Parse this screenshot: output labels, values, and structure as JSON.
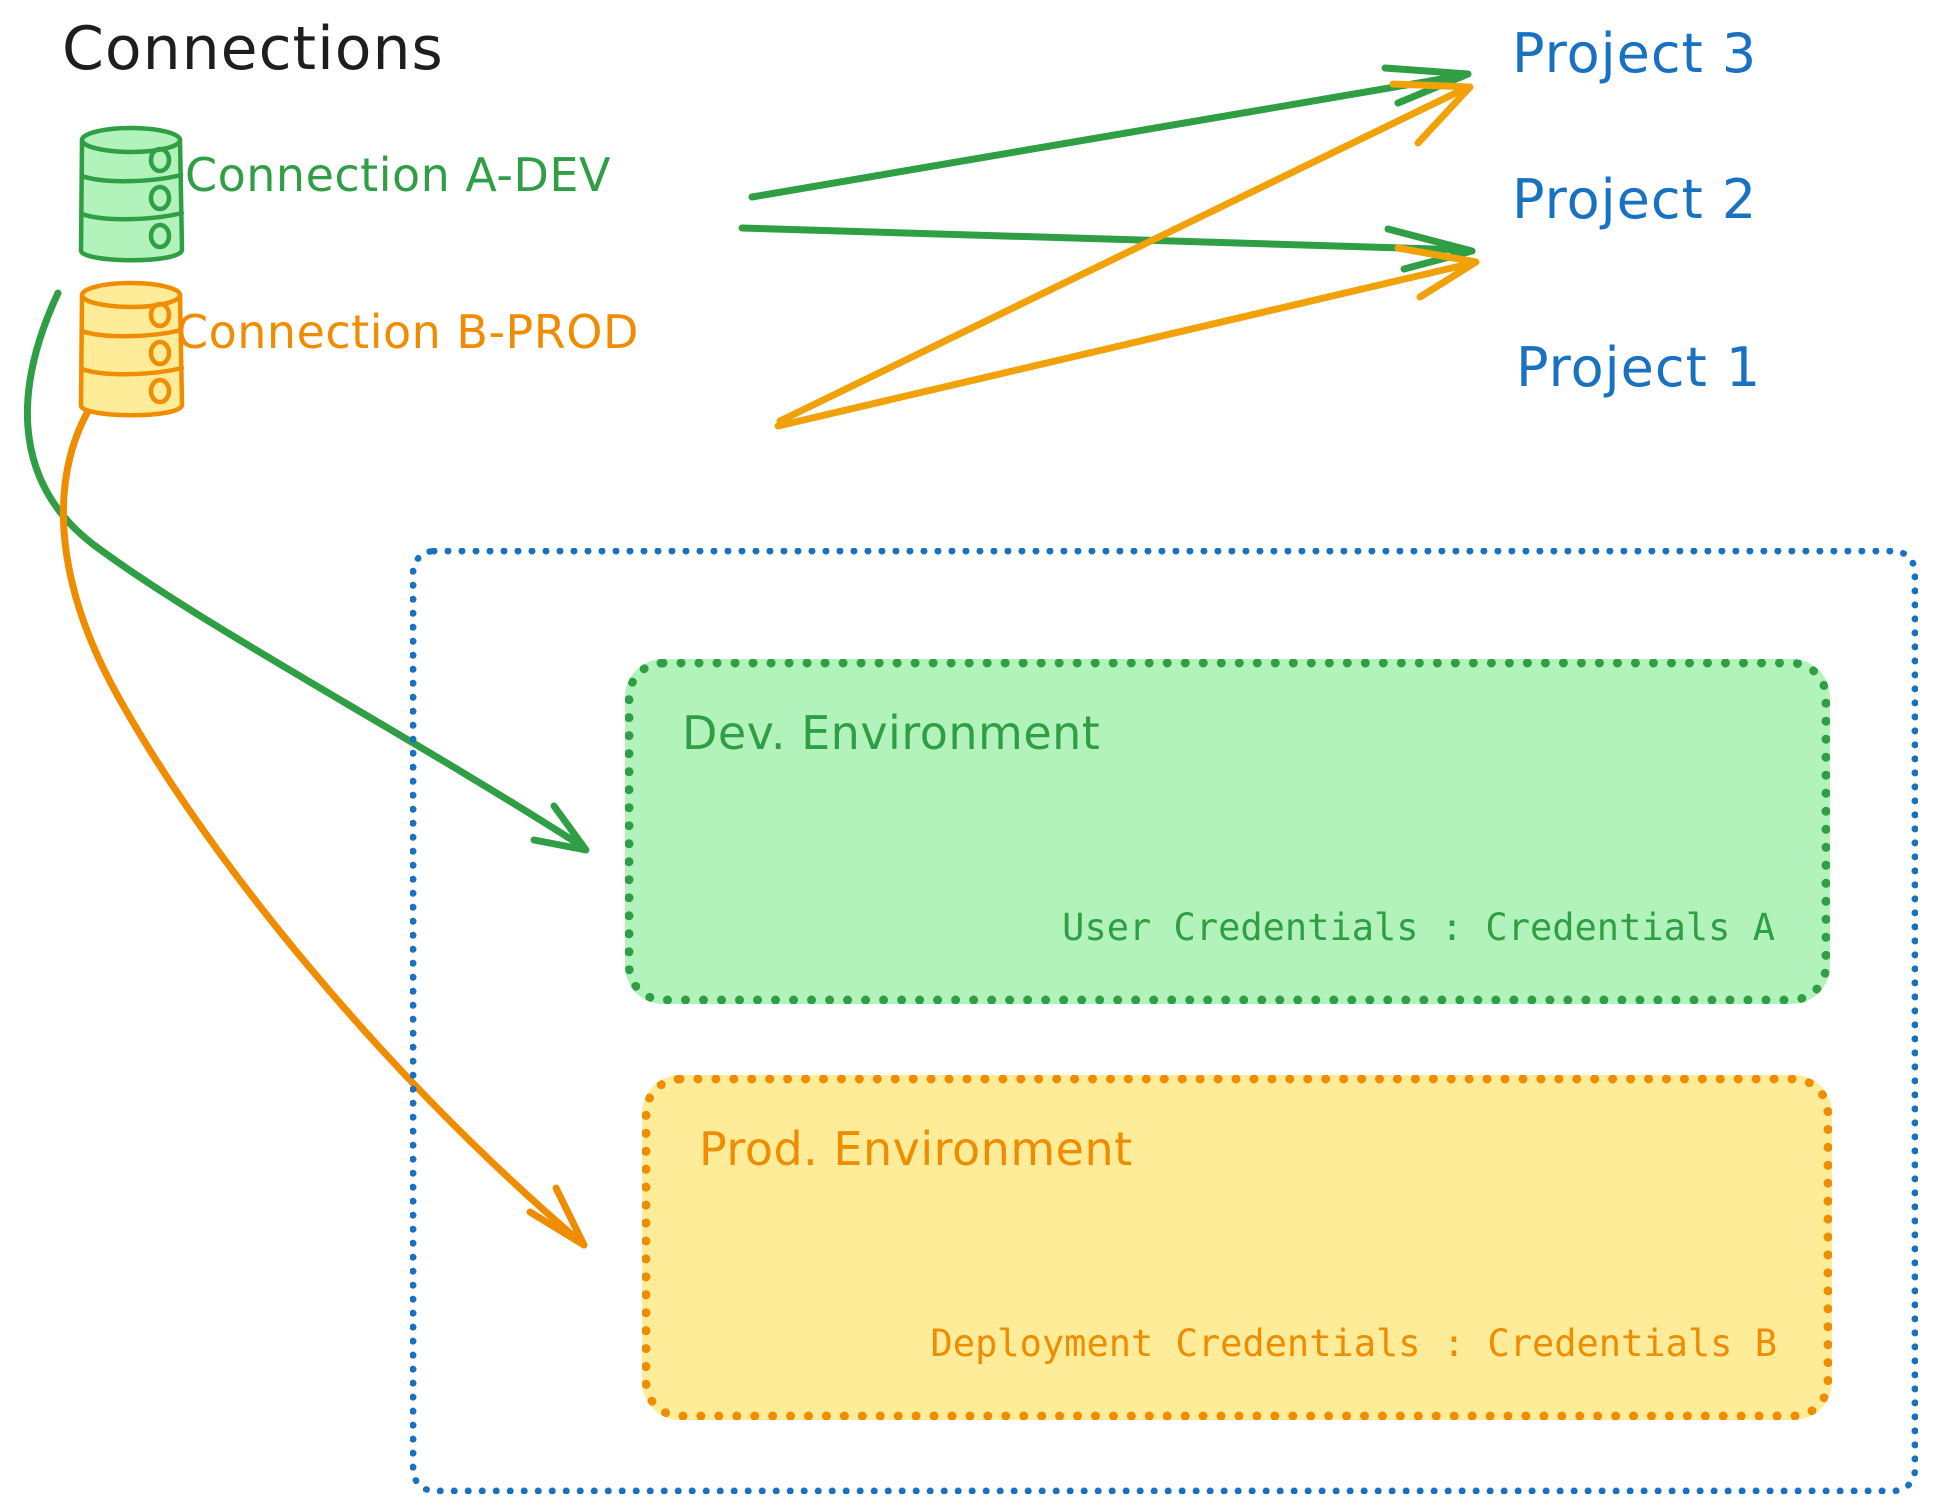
{
  "diagram": {
    "title": "Connections",
    "title_color": "#1e1e1e",
    "background": "#ffffff"
  },
  "connections": [
    {
      "id": "connection-a-dev",
      "label": "Connection A-DEV",
      "color": "#2f9e44",
      "icon": "database-icon",
      "targets": [
        "Project 3",
        "Project 2",
        "Dev. Environment"
      ]
    },
    {
      "id": "connection-b-prod",
      "label": "Connection B-PROD",
      "color": "#f08c00",
      "icon": "database-icon",
      "targets": [
        "Project 3",
        "Project 2",
        "Prod. Environment"
      ]
    }
  ],
  "projects": [
    {
      "id": "project-3",
      "label": "Project 3",
      "color": "#1971c2"
    },
    {
      "id": "project-2",
      "label": "Project 2",
      "color": "#1971c2"
    },
    {
      "id": "project-1",
      "label": "Project 1",
      "color": "#1971c2"
    }
  ],
  "project1": {
    "label": "Project 1",
    "border_color": "#1971c2",
    "environments": [
      {
        "id": "dev-environment",
        "title": "Dev. Environment",
        "credentials_label": "User Credentials",
        "credentials_value": "Credentials A",
        "credentials_text": "User Credentials : Credentials A",
        "fill": "#b2f2bb",
        "border_color": "#2f9e44",
        "text_color": "#2f9e44"
      },
      {
        "id": "prod-environment",
        "title": "Prod. Environment",
        "credentials_label": "Deployment Credentials",
        "credentials_value": "Credentials B",
        "credentials_text": "Deployment Credentials : Credentials B",
        "fill": "#ffec99",
        "border_color": "#f08c00",
        "text_color": "#f08c00"
      }
    ]
  },
  "arrows": [
    {
      "id": "arrow-a-to-project3",
      "from": "connection-a-dev",
      "to": "project-3",
      "color": "#2f9e44"
    },
    {
      "id": "arrow-a-to-project2",
      "from": "connection-a-dev",
      "to": "project-2",
      "color": "#2f9e44"
    },
    {
      "id": "arrow-b-to-project3",
      "from": "connection-b-prod",
      "to": "project-3",
      "color": "#f1a208"
    },
    {
      "id": "arrow-b-to-project2",
      "from": "connection-b-prod",
      "to": "project-2",
      "color": "#f1a208"
    },
    {
      "id": "arrow-a-to-dev-env",
      "from": "connection-a-dev",
      "to": "dev-environment",
      "color": "#2f9e44"
    },
    {
      "id": "arrow-b-to-prod-env",
      "from": "connection-b-prod",
      "to": "prod-environment",
      "color": "#f08c00"
    }
  ]
}
